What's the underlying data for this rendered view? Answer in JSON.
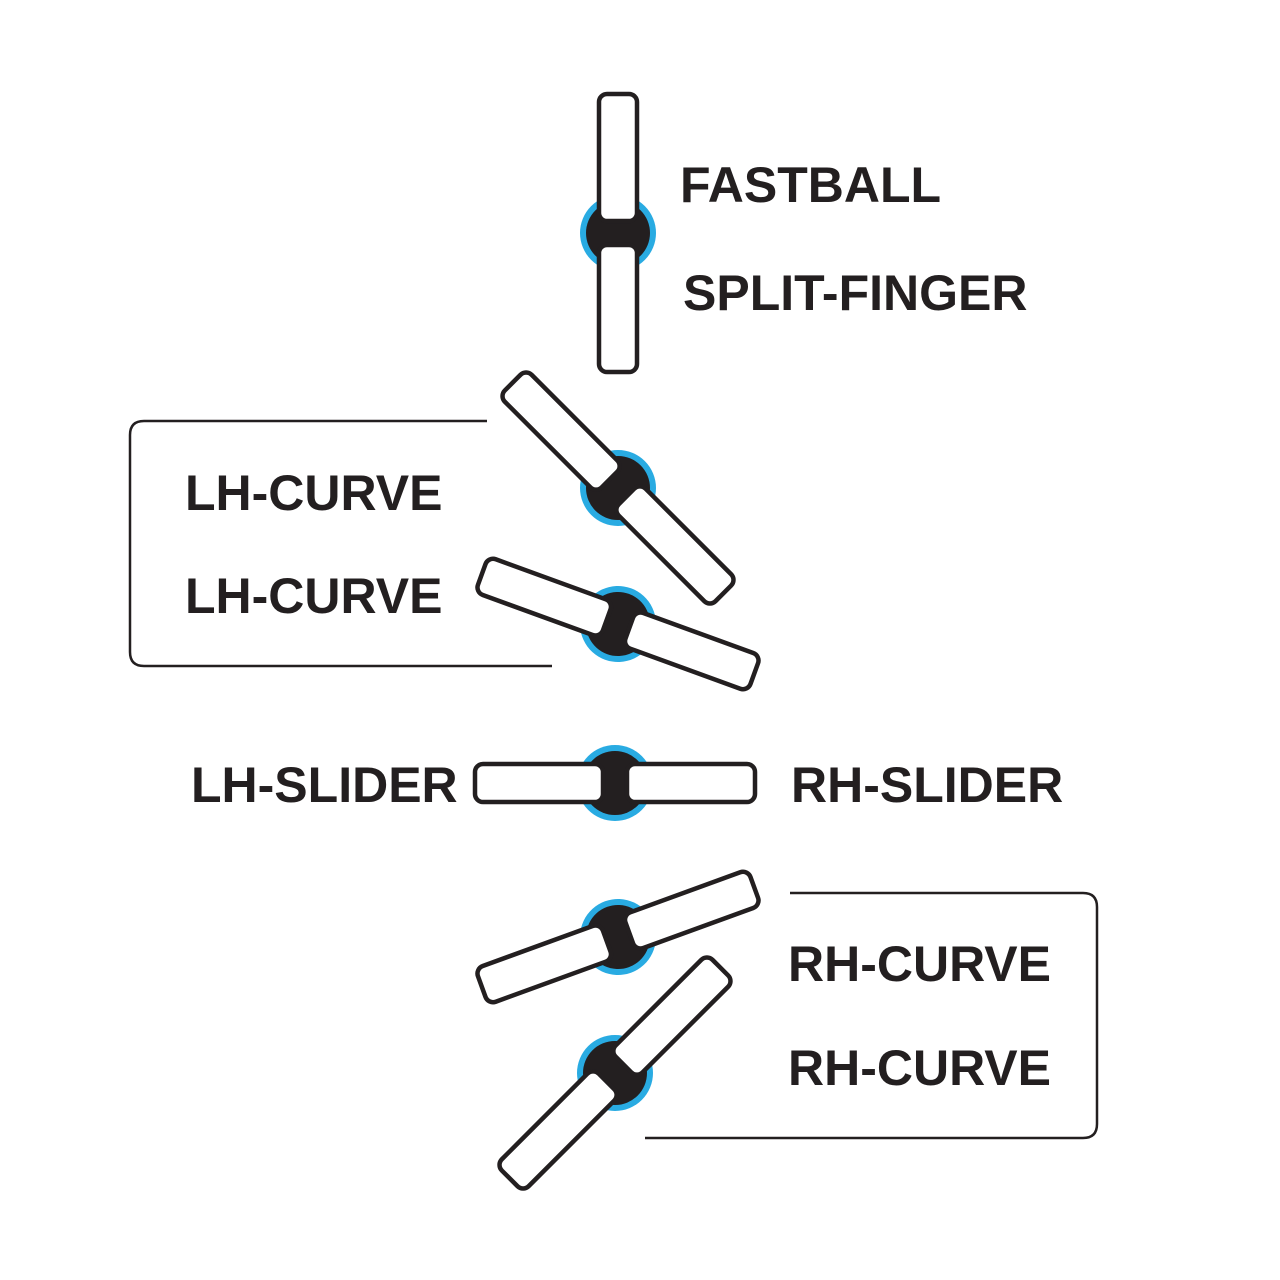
{
  "colors": {
    "ink": "#231f20",
    "accent": "#29abe2",
    "background": "#ffffff"
  },
  "labels": {
    "fastball": "FASTBALL",
    "split_finger": "SPLIT-FINGER",
    "lh_curve_1": "LH-CURVE",
    "lh_curve_2": "LH-CURVE",
    "lh_slider": "LH-SLIDER",
    "rh_slider": "RH-SLIDER",
    "rh_curve_1": "RH-CURVE",
    "rh_curve_2": "RH-CURVE"
  }
}
